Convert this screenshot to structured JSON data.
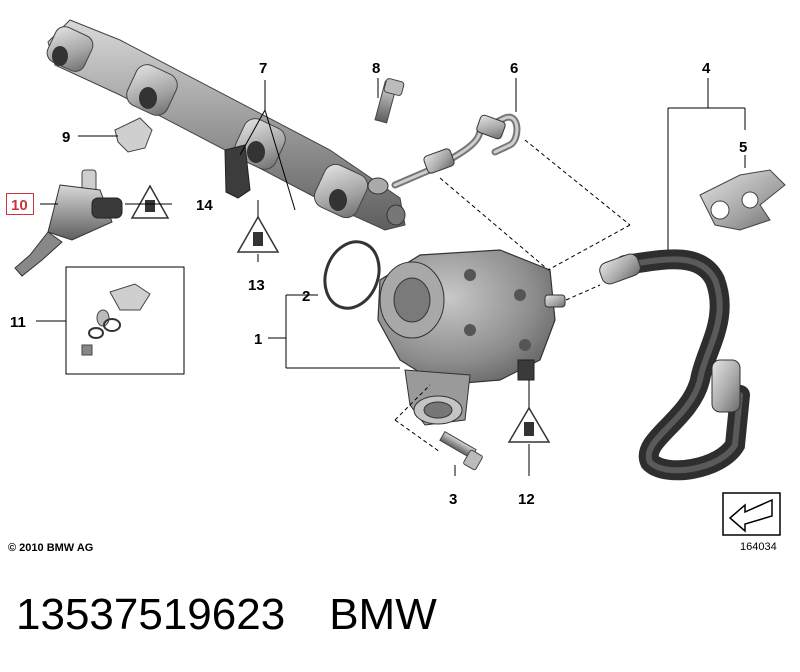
{
  "callouts": [
    {
      "id": "1",
      "label": "1"
    },
    {
      "id": "2",
      "label": "2"
    },
    {
      "id": "3",
      "label": "3"
    },
    {
      "id": "4",
      "label": "4"
    },
    {
      "id": "5",
      "label": "5"
    },
    {
      "id": "6",
      "label": "6"
    },
    {
      "id": "7",
      "label": "7"
    },
    {
      "id": "8",
      "label": "8"
    },
    {
      "id": "9",
      "label": "9"
    },
    {
      "id": "10",
      "label": "10"
    },
    {
      "id": "11",
      "label": "11"
    },
    {
      "id": "12",
      "label": "12"
    },
    {
      "id": "13",
      "label": "13"
    },
    {
      "id": "14",
      "label": "14"
    }
  ],
  "copyright": "© 2010 BMW AG",
  "diagram_number": "164034",
  "footer": {
    "part_number": "13537519623",
    "brand": "BMW"
  },
  "highlighted_callout": "10",
  "colors": {
    "highlight": "#c8353b",
    "part_gray": "#8a8a8a",
    "hose_dark": "#2e2e2e"
  }
}
